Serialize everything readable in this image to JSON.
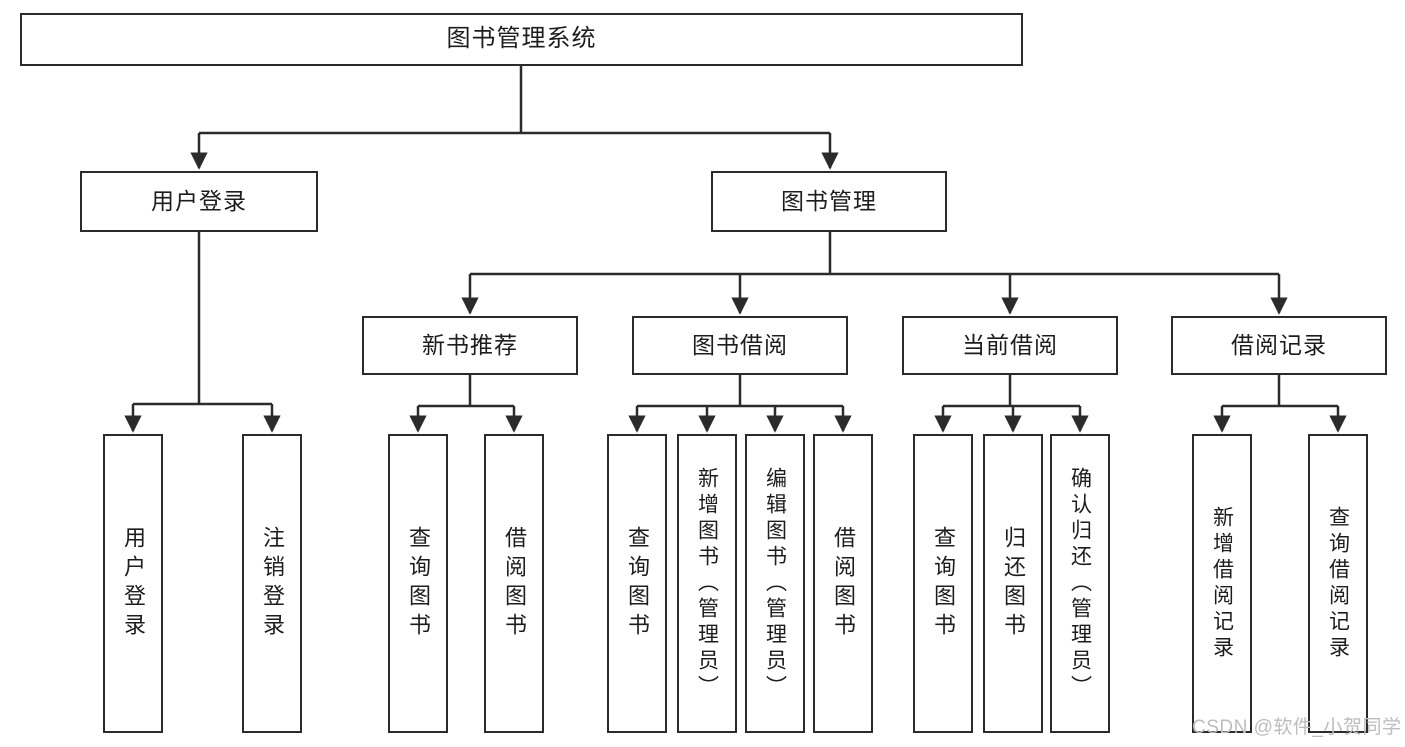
{
  "diagram": {
    "title": "图书管理系统",
    "type": "tree-hierarchy",
    "orientation": "top-down",
    "colors": {
      "box_border": "#2b2b2b",
      "box_fill": "#ffffff",
      "edge": "#2b2b2b",
      "text": "#1d1d1d",
      "watermark": "#bdbdbd",
      "background": "#ffffff"
    }
  },
  "watermark": {
    "text": "CSDN @软件_小贺同学"
  },
  "nodes": {
    "root": {
      "label": "图书管理系统"
    },
    "level2": [
      {
        "label": "用户登录"
      },
      {
        "label": "图书管理"
      }
    ],
    "level3": [
      {
        "label": "新书推荐"
      },
      {
        "label": "图书借阅"
      },
      {
        "label": "当前借阅"
      },
      {
        "label": "借阅记录"
      }
    ],
    "leaves": {
      "user_login": [
        {
          "label": "用户登录"
        },
        {
          "label": "注销登录"
        }
      ],
      "new_book_recommend": [
        {
          "label": "查询图书"
        },
        {
          "label": "借阅图书"
        }
      ],
      "book_borrow": [
        {
          "label": "查询图书"
        },
        {
          "label": "新增图书（管理员）"
        },
        {
          "label": "编辑图书（管理员）"
        },
        {
          "label": "借阅图书"
        }
      ],
      "current_borrow": [
        {
          "label": "查询图书"
        },
        {
          "label": "归还图书"
        },
        {
          "label": "确认归还（管理员）"
        }
      ],
      "borrow_record": [
        {
          "label": "新增借阅记录"
        },
        {
          "label": "查询借阅记录"
        }
      ]
    }
  }
}
